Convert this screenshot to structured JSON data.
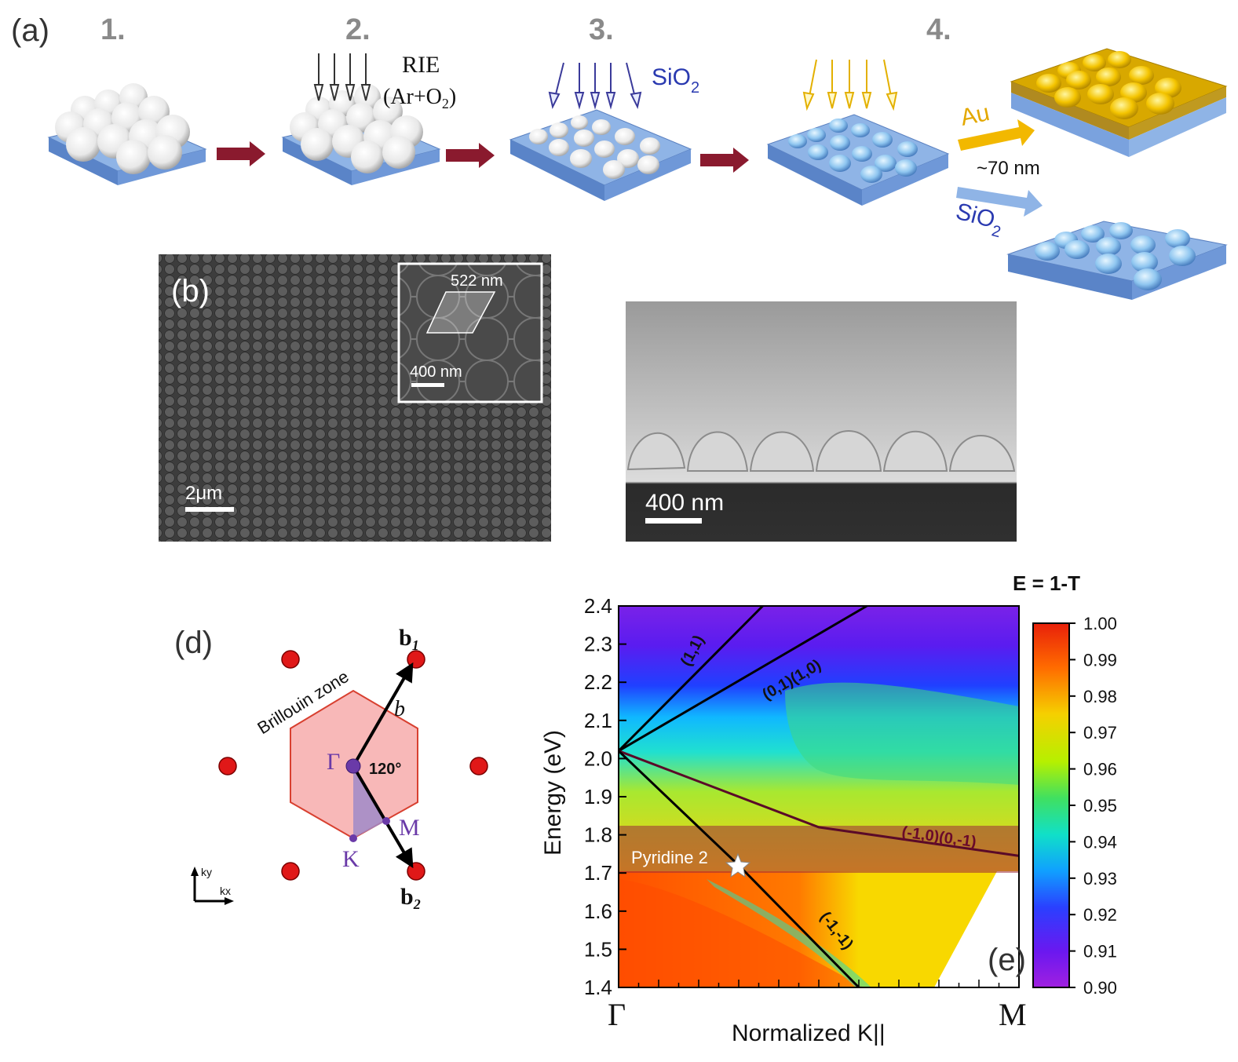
{
  "panel_a": {
    "label": "(a)",
    "steps": [
      "1.",
      "2.",
      "3.",
      "4."
    ],
    "rie": "RIE",
    "rie_gas": "(Ar+O",
    "rie_gas_sub": "2",
    "rie_gas_end": ")",
    "sio2": "SiO",
    "sio2_sub": "2",
    "au": "Au",
    "thickness": "~70 nm",
    "sio2_branch": "SiO",
    "sio2_branch_sub": "2"
  },
  "panel_b": {
    "label": "(b)",
    "inset_period": "522 nm",
    "inset_scale": "400 nm",
    "scale": "2μm"
  },
  "panel_c": {
    "scale": "400 nm"
  },
  "panel_d": {
    "label": "(d)",
    "b1": "b",
    "b1_sub": "1",
    "b2": "b",
    "b2_sub": "2",
    "b": "b",
    "gamma": "Γ",
    "angle": "120°",
    "k_point": "K",
    "m_point": "M",
    "zone_label": "Brillouin zone",
    "ky": "ky",
    "kx": "kx"
  },
  "panel_e": {
    "label": "(e)",
    "colorbar_title": "E = 1-T",
    "colorbar_ticks": [
      "1.00",
      "0.99",
      "0.98",
      "0.97",
      "0.96",
      "0.95",
      "0.94",
      "0.93",
      "0.92",
      "0.91",
      "0.90"
    ],
    "molecule_band": "Pyridine 2",
    "modes": [
      "(1,1)",
      "(0,1)(1,0)",
      "(-1,0)(0,-1)",
      "(-1,-1)"
    ]
  },
  "chart_data": {
    "type": "heatmap",
    "title": "",
    "xlabel": "Normalized K||",
    "ylabel": "Energy (eV)",
    "x_ticks": [
      "Γ",
      "M"
    ],
    "xlim": [
      0,
      1
    ],
    "ylim": [
      1.4,
      2.4
    ],
    "y_ticks": [
      "1.4",
      "1.5",
      "1.6",
      "1.7",
      "1.8",
      "1.9",
      "2.0",
      "2.1",
      "2.2",
      "2.3",
      "2.4"
    ],
    "colorbar_range": [
      0.9,
      1.0
    ],
    "colormap": "rainbow",
    "series": [
      {
        "name": "(1,1)",
        "x": [
          0,
          0.36
        ],
        "y": [
          2.02,
          2.4
        ]
      },
      {
        "name": "(0,1)(1,0)",
        "x": [
          0,
          0.62
        ],
        "y": [
          2.02,
          2.4
        ]
      },
      {
        "name": "(-1,0)(0,-1)",
        "x": [
          0,
          0.5,
          1.0
        ],
        "y": [
          2.02,
          1.82,
          1.745
        ]
      },
      {
        "name": "(-1,-1)",
        "x": [
          0,
          0.3,
          0.6
        ],
        "y": [
          2.02,
          1.72,
          1.4
        ]
      }
    ],
    "band": {
      "name": "Pyridine 2",
      "y": [
        1.7,
        1.83
      ]
    },
    "marker": {
      "x": 0.3,
      "y": 1.72
    }
  }
}
